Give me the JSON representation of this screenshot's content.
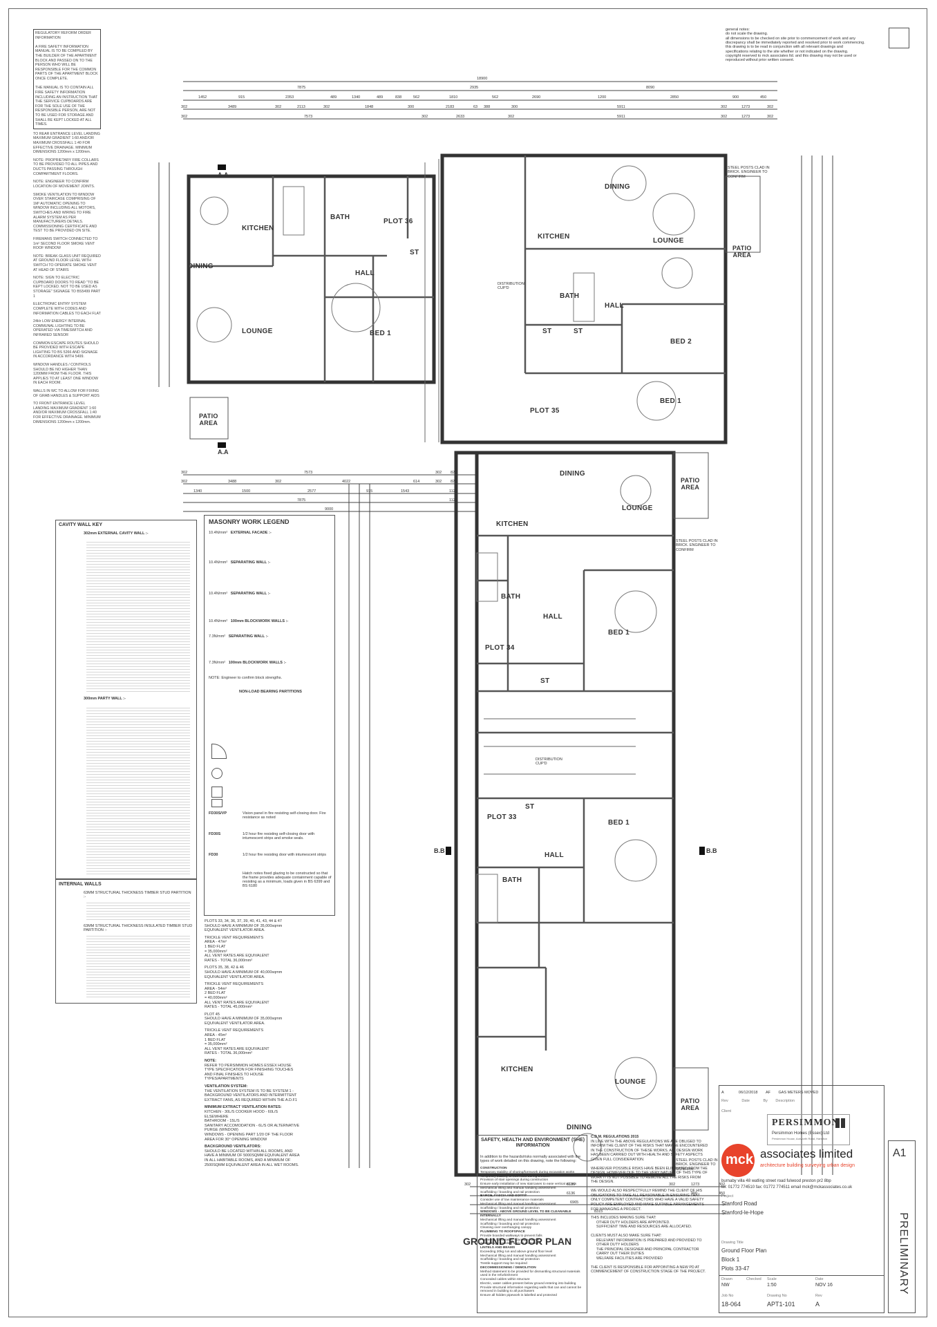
{
  "general_notes": {
    "title": "general notes:",
    "lines": [
      "do not scale the drawing.",
      "all dimensions to be checked on site prior to commencement of work and any",
      "discrepancy shall be immediately reported and resolved prior to work commencing.",
      "this drawing is to be read in conjunction with all relevant drawings and",
      "specifications relating to the site whether or not indicated on the drawing.",
      "copyright reserved to mck associates ltd. and this drawing may not be used or",
      "reproduced without prior written consent."
    ]
  },
  "left_notes": [
    "REGULATORY REFORM ORDER INFORMATION",
    "A FIRE SAFETY INFORMATION MANUAL IS TO BE COMPILED BY THE BUILDER OF THE APARTMENT BLOCK AND PASSED ON TO THE PERSON WHO WILL BE RESPONSIBLE FOR THE COMMON PARTS OF THE APARTMENT BLOCK ONCE COMPLETE.",
    "THE MANUAL IS TO CONTAIN ALL FIRE SAFETY INFORMATION INCLUDING AN INSTRUCTION THAT THE SERVICE CUPBOARDS ARE FOR THE SOLE USE OF THE RESPONSIBLE PERSON, ARE NOT TO BE USED FOR STORAGE AND SHALL BE KEPT LOCKED AT ALL TIMES.",
    "TO REAR ENTRANCE LEVEL LANDING MAXIMUM GRADIENT 1:60 AND/OR MAXIMUM CROSSFALL 1:40 FOR EFFECTIVE DRAINAGE. MINIMUM DIMENSIONS 1200mm x 1200mm.",
    "NOTE: PROPRIETARY FIRE COLLARS TO BE PROVIDED TO ALL PIPES AND DUCTS PASSING THROUGH COMPARTMENT FLOORS.",
    "NOTE: ENGINEER TO CONFIRM LOCATION OF MOVEMENT JOINTS.",
    "SMOKE VENTILATION TO WINDOW OVER STAIRCASE COMPRISING OF 1M² AUTOMATIC OPENING TO WINDOW INCLUDING ALL MOTORS, SWITCHES AND WIRING TO FIRE ALARM SYSTEM AS PER MANUFACTURERS DETAILS. COMMISSIONING CERTIFICATE AND TEST TO BE PROVIDED ON SITE.",
    "FIREMANS SWITCH CONNECTED TO 1m² SECOND FLOOR SMOKE VENT ROOF WINDOW",
    "NOTE: BREAK GLASS UNIT REQUIRED AT GROUND FLOOR LEVEL WITH SWITCH TO OPERATE SMOKE VENT AT HEAD OF STAIRS",
    "NOTE: SIGN TO ELECTRIC CUPBOARD DOORS TO READ \"TO BE KEPT LOCKED. NOT TO BE USED AS STORAGE\" SIGNAGE TO BS5499 PART 1",
    "ELECTRONIC ENTRY SYSTEM COMPLETE WITH CODES AND INFORMATION CABLES TO EACH FLAT",
    "24Hr LOW ENERGY INTERNAL COMMUNAL LIGHTING TO BE OPERATED VIA TIMESWITCH AND INFRARED SENSOR",
    "COMMON ESCAPE ROUTES SHOULD BE PROVIDED WITH ESCAPE LIGHTING TO BS 5266 AND SIGNAGE IN ACCORDANCE WITH 5499.",
    "WINDOW HANDLES / CONTROLS SHOULD BE NO HIGHER THAN 1200MM FROM THE FLOOR. THIS APPLIES TO AT LEAST ONE WINDOW IN EACH ROOM.",
    "WALLS IN WC TO ALLOW FOR FIXING OF GRAB HANDLES & SUPPORT AIDS",
    "TO FRONT ENTRANCE LEVEL LANDING MAXIMUM GRADIENT 1:60 AND/OR MAXIMUM CROSSFALL 1:40 FOR EFFECTIVE DRAINAGE. MINIMUM DIMENSIONS 1200mm x 1200mm."
  ],
  "rooms": {
    "plot36": "PLOT 36",
    "kitchen36": "KITCHEN",
    "dining36": "DINING",
    "lounge36": "LOUNGE",
    "bath36": "BATH",
    "hall36": "HALL",
    "st36": "ST",
    "bed36": "BED 1",
    "dining35": "DINING",
    "kitchen35": "KITCHEN",
    "lounge35": "LOUNGE",
    "bath35": "BATH",
    "hall35": "HALL",
    "st35a": "ST",
    "st35b": "ST",
    "bed2_35": "BED 2",
    "bed1_35": "BED 1",
    "plot35": "PLOT 35",
    "patio_a": "PATIO\nAREA",
    "patio_b": "PATIO\nAREA",
    "patio_c": "PATIO\nAREA",
    "patio_d": "PATIO\nAREA",
    "dining34": "DINING",
    "lounge34": "LOUNGE",
    "kitchen34": "KITCHEN",
    "bath34": "BATH",
    "hall34": "HALL",
    "plot34": "PLOT 34",
    "bed34": "BED 1",
    "st34": "ST",
    "dist1": "DISTRIBUTION\nCUP'D",
    "dist2": "DISTRIBUTION\nCUP'D",
    "plot33": "PLOT 33",
    "st33": "ST",
    "bed33": "BED 1",
    "hall33": "HALL",
    "bath33": "BATH",
    "kitchen33": "KITCHEN",
    "lounge33": "LOUNGE",
    "dining33": "DINING"
  },
  "top_dims": {
    "overall": "18900",
    "row2": [
      "7875",
      "2935",
      "8090"
    ],
    "row3": [
      "1452",
      "915",
      "2353",
      "489",
      "1340",
      "489",
      "838",
      "562",
      "1810",
      "562",
      "2690",
      "1200",
      "2850",
      "900",
      "450"
    ],
    "row4": [
      "302",
      "3489",
      "302",
      "2113",
      "302",
      "1848",
      "300",
      "2183",
      "63",
      "388",
      "300",
      "5911",
      "302",
      "1273",
      "302"
    ],
    "row5": [
      "302",
      "7573",
      "302",
      "2633",
      "302",
      "5911",
      "302",
      "1273",
      "302"
    ]
  },
  "mid_dims": {
    "row1": [
      "302",
      "7573",
      "302",
      "823"
    ],
    "row2": [
      "302",
      "3488",
      "302",
      "4022",
      "614",
      "302",
      "823"
    ],
    "row3": [
      "1340",
      "1500",
      "2577",
      "915",
      "1543",
      "1125"
    ],
    "row4": [
      "7875",
      "1125"
    ],
    "row5": [
      "9000"
    ]
  },
  "bottom_dims": {
    "row1": [
      "302",
      "6136",
      "302",
      "1273",
      "302"
    ],
    "row2": [
      "6136",
      "900",
      "450"
    ],
    "row3": [
      "6965"
    ],
    "row4": [
      "8315"
    ]
  },
  "section_marks": [
    "A.A",
    "A.A",
    "B.B",
    "B.B"
  ],
  "steel_posts": "STEEL POSTS CLAD IN BRICK. ENGINEER TO CONFIRM",
  "cavity_wall_key": {
    "title": "CAVITY WALL KEY",
    "external_label": "302mm EXTERNAL CAVITY WALL :-",
    "party_label": "300mm PARTY WALL :-"
  },
  "internal_walls": {
    "title": "INTERNAL WALLS",
    "items": [
      "63MM STRUCTURAL THICKNESS TIMBER STUD PARTITION :-",
      "63MM STRUCTURAL THICKNESS INSULATED TIMBER STUD PARTITION :-"
    ]
  },
  "masonry_legend": {
    "title": "MASONRY WORK LEGEND",
    "rows": [
      {
        "key": "EXTERNAL FACADE :-",
        "val": "10.4N/mm²"
      },
      {
        "key": "SEPARATING WALL :-",
        "val": "10.4N/mm²"
      },
      {
        "key": "SEPARATING WALL :-",
        "val": "10.4N/mm²"
      },
      {
        "key": "100mm BLOCKWORK WALLS :-",
        "val": "10.4N/mm²"
      },
      {
        "key": "SEPARATING WALL :-",
        "val": "7.3N/mm²"
      },
      {
        "key": "100mm BLOCKWORK WALLS :-",
        "val": "7.3N/mm²"
      }
    ],
    "note": "NOTE: Engineer to confirm block strengths.",
    "partitions": "NON-LOAD BEARING PARTITIONS",
    "symbols": [
      {
        "code": "FD30S/VP",
        "text": "Vision panel in fire resisting self-closing door. Fire resistance as noted"
      },
      {
        "code": "FD30S",
        "text": "1/2 hour fire resisting self-closing door with intumescent strips and smoke seals."
      },
      {
        "code": "FD30",
        "text": "1/2 hour fire resisting door with intumescent strips"
      }
    ],
    "hatch": "Hatch notes fixed glazing to be constructed so that the frame provides adequate containment capable of resisting as a minimum, loads given in BS 6399 and BS 6180"
  },
  "vent_notes": [
    "PLOTS 33, 34, 36, 37, 39, 40, 41, 43, 44 & 47",
    "SHOULD HAVE A MINIMUM OF 35,000sqmm EQUIVALENT VENTILATOR AREA.",
    "TRICKLE VENT REQUIREMENTS",
    "AREA - 47m²",
    "1 BED FLAT",
    "= 35,000mm²",
    "ALL VENT RATES ARE EQUIVALENT",
    "RATES - TOTAL 36,000mm²",
    "PLOTS 35, 38, 42 & 46",
    "SHOULD HAVE A MINIMUM OF 40,000sqmm EQUIVALENT VENTILATOR AREA.",
    "TRICKLE VENT REQUIREMENTS",
    "AREA - 54m²",
    "2 BED FLAT",
    "= 40,000mm²",
    "ALL VENT RATES ARE EQUIVALENT",
    "RATES - TOTAL 45,000mm²",
    "PLOT 45",
    "SHOULD HAVE A MINIMUM OF 35,000sqmm EQUIVALENT VENTILATOR AREA.",
    "TRICKLE VENT REQUIREMENTS",
    "AREA - 45m²",
    "1 BED FLAT",
    "= 35,000mm²",
    "ALL VENT RATES ARE EQUIVALENT",
    "RATES - TOTAL 36,000mm²",
    "NOTE:",
    "REFER TO PERSIMMON HOMES ESSEX HOUSE TYPE SPECIFICATION FOR FINISHING TOUCHES AND FINAL FINISHES TO HOUSE TYPES/APARTMENTS",
    "VENTILATION SYSTEM:",
    "THE VENTILATION SYSTEM IS TO BE SYSTEM 1 -",
    "BACKGROUND VENTILATORS AND INTERMITTENT",
    "EXTRACT FANS, AS REQUIRED WITHIN THE A.D.F1",
    "MINIMUM EXTRACT VENTILATION RATES:",
    "KITCHEN - 30L/S COOKER HOOD - 60L/S ELSEWHERE",
    "BATHROOM - 15L/S",
    "SANITARY ACCOMODATION - 6L/S OR ALTERNATIVE PURGE (WINDOW)",
    "WINDOWS - OPENING PART 1/20 OF THE FLOOR AREA FOR 30° OPENING WINDOW",
    "BACKGROUND VENTILATORS:",
    "SHOULD BE LOCATED WITHIN ALL ROOMS, AND HAVE A MINIMUM OF 5000SQMM EQUIVALENT AREA IN ALL HABITABLE ROOMS, AND A MINIMUM OF 2500SQMM EQUIVALENT AREA IN ALL WET ROOMS."
  ],
  "drawing_title": "GROUND FLOOR PLAN",
  "she": {
    "title": "SAFETY, HEALTH AND ENVIRONMENT (SHE) INFORMATION",
    "intro": "In addition to the hazards/risks normally associated with the types of work detailed on this drawing, note the following:",
    "items": [
      "CONSTRUCTION",
      "Temporary stability of shoring/formwork during excavation works",
      "Temporary stability of new walls during erection",
      "Provision of stair openings during construction",
      "Ensure early installation of new staircases to ease vertical access",
      "Mechanical lifting and manual handling assessment",
      "Scaffolding / boarding and rail protection",
      "BARGE, FASCIA AND SOFFIT",
      "Consider use of low maintenance materials",
      "Mechanical lifting and manual handling assessment",
      "Scaffolding / boarding and rail protection",
      "WINDOWS - ABOVE GROUND LEVEL TO BE CLEANABLE INTERNALLY",
      "Mechanical lifting and manual handling assessment",
      "Scaffolding / boarding and rail protection",
      "Cleaning over overhanging canopy",
      "PLUMBING TO ROOFSPACE",
      "Provide boarded walkways to prevent falls",
      "Plastering / decorating - damaged areas",
      "Scaffolding / boarding and rail protection",
      "LINTELS AND BEAMS",
      "Exceeding 20kg run and above ground floor level",
      "Mechanical lifting and manual handling assessment",
      "Scaffolding / boarding and rail protection",
      "Trestle support may be required",
      "DECOMMISSIONING / DEMOLITION",
      "Method statement to be provided for dismantling structural materials used in the refurbishment",
      "Concealed cables within structure",
      "Electric, water cables present below ground entering into building",
      "Provide structural information regarding walls that can and cannot be removed in building to all purchasers",
      "Ensure all hidden pipework is labelled and protected"
    ]
  },
  "cdm": {
    "title": "C.D.M. REGULATIONS 2015",
    "p1": "IN LINE WITH THE ABOVE REGULATIONS WE ARE OBLIGED TO INFORM THE CLIENT OF THE RISKS THAT MAY BE ENCOUNTERED IN THE CONSTRUCTION OF THESE WORKS. ALL DESIGN WORK HAS BEEN CARRIED OUT WITH HEALTH AND SAFETY ASPECTS GIVEN FULL CONSIDERATION.",
    "p2": "WHEREVER POSSIBLE RISKS HAVE BEEN ELIMINATED FROM THE DESIGN, HOWEVER DUE TO THE VERY NATURE OF THIS TYPE OF WORK IT IS NOT POSSIBLE TO REMOVE ALL THE RISKS FROM THE DESIGN.",
    "p3": "WE WOULD ALSO RESPECTFULLY REMIND THE CLIENT OF HIS OBLIGATIONS TO TAKE ALL REASONABLE IN ENSURING THAT ONLY COMPETENT CONTRACTORS WHO HAVE A VALID SAFETY POLICY ARE EMPLOYED AND MAKE SUITABLE ARRANGEMENTS FOR MANAGING A PROJECT.",
    "p4": "THIS INCLUDES MAKING SURE THAT:",
    "b1": "OTHER DUTY HOLDERS ARE APPOINTED.",
    "b2": "SUFFICIENT TIME AND RESOURCES ARE ALLOCATED.",
    "p5": "CLIENTS MUST ALSO MAKE SURE THAT:",
    "b3": "RELEVANT INFORMATION IS PREPARED AND PROVIDED TO OTHER DUTY HOLDERS",
    "b4": "THE PRINCIPAL DESIGNER AND PRINCIPAL CONTRACTOR CARRY OUT THEIR DUTIES",
    "b5": "WELFARE FACILITIES ARE PROVIDED",
    "p6": "THE CLIENT IS RESPONSIBLE FOR APPOINTING A NEW PD AT COMMENCEMENT OF CONSTRUCTION STAGE OF THE PROJECT."
  },
  "revision": {
    "rev": "A",
    "date": "06/12/2018",
    "by": "AF",
    "desc": "GAS METERS MOVED",
    "h_rev": "Rev",
    "h_date": "Date",
    "h_by": "By",
    "h_desc": "Description"
  },
  "client": {
    "label": "Client",
    "name": "PERSIMMON",
    "sub": "Persimmon Homes (Essex) Ltd",
    "addr": "Persimmon House, Ackworth Road, Hamilton"
  },
  "mck": {
    "logo": "mck",
    "name": "associates limited",
    "tagline": "architecture  building surveying  urban design",
    "addr": "burnaby villa  48 watling street road  fulwood  preston  pr2 8bp",
    "contact": "tel: 01772 774510 fax: 01772 774511 email mck@mckassociates.co.uk"
  },
  "project": {
    "label": "Project",
    "line1": "Stanford Road",
    "line2": "Stanford-le-Hope"
  },
  "drawing": {
    "label": "Drawing Title",
    "line1": "Ground Floor Plan",
    "line2": "Block 1",
    "line3": "Plots 33-47"
  },
  "meta": {
    "drawn_label": "Drawn",
    "drawn": "NW",
    "checked_label": "Checked",
    "checked": "",
    "scale_label": "Scale",
    "scale": "1:50",
    "date_label": "Date",
    "date": "NOV 16",
    "job_label": "Job No",
    "job": "18-064",
    "dwg_label": "Drawing No",
    "dwg": "APT1-101",
    "rev_label": "Rev",
    "rev": "A"
  },
  "sheet_size": "A1",
  "status": "PRELIMINARY"
}
